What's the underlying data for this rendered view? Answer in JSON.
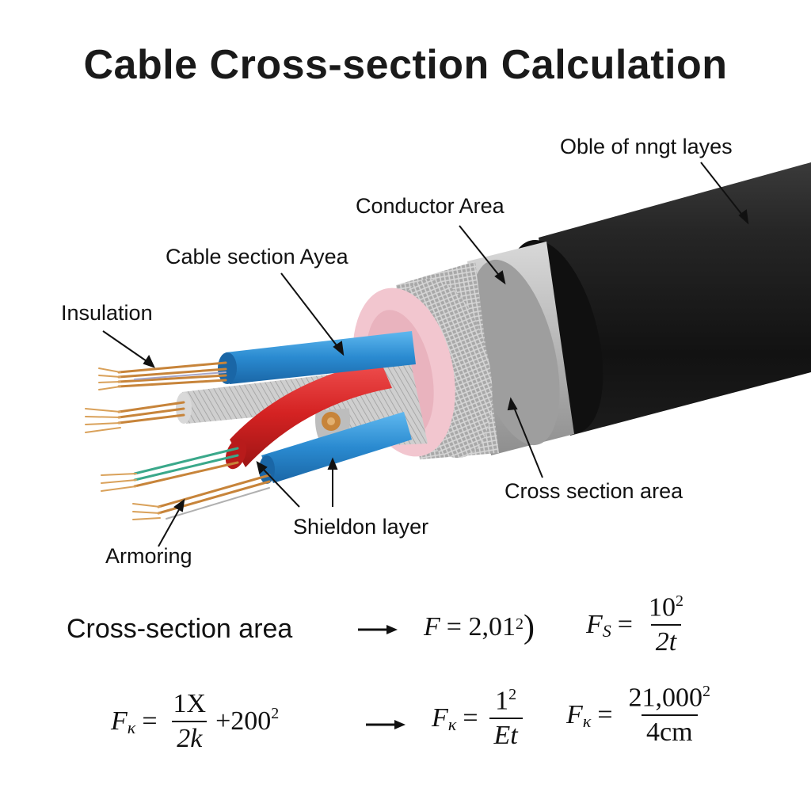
{
  "title": "Cable Cross-section Calculation",
  "labels": {
    "outer_layers": "Oble of nngt layes",
    "conductor_area": "Conductor Area",
    "cable_section": "Cable section Ayea",
    "insulation": "Insulation",
    "cross_section": "Cross section area",
    "shield": "Shieldon layer",
    "armoring": "Armoring"
  },
  "formulas": {
    "row1_label": "Cross-section area",
    "f1_lhs": "F",
    "f1_eq": "= 2,01",
    "f1_exp": "2",
    "f1_paren": ")",
    "fs_lhs": "F",
    "fs_sub": "S",
    "fs_num": "10",
    "fs_num_exp": "2",
    "fs_den": "2t",
    "fk1_lhs": "F",
    "fk_sub": "κ",
    "fk1_num": "1X",
    "fk1_den": "2k",
    "fk1_plus": "+200",
    "fk1_plus_exp": "2",
    "fk2_num": "1",
    "fk2_num_exp": "2",
    "fk2_den": "Et",
    "fk3_num": "21,000",
    "fk3_num_exp": "2",
    "fk3_den": "4cm"
  },
  "colors": {
    "jacket": "#1e1e1e",
    "shield_foil": "#b8b8b8",
    "braid": "#9a9a9a",
    "inner_sheath": "#f2c6cf",
    "blue_core": "#2d8fd4",
    "red_core": "#d42222",
    "copper": "#c7843a"
  }
}
